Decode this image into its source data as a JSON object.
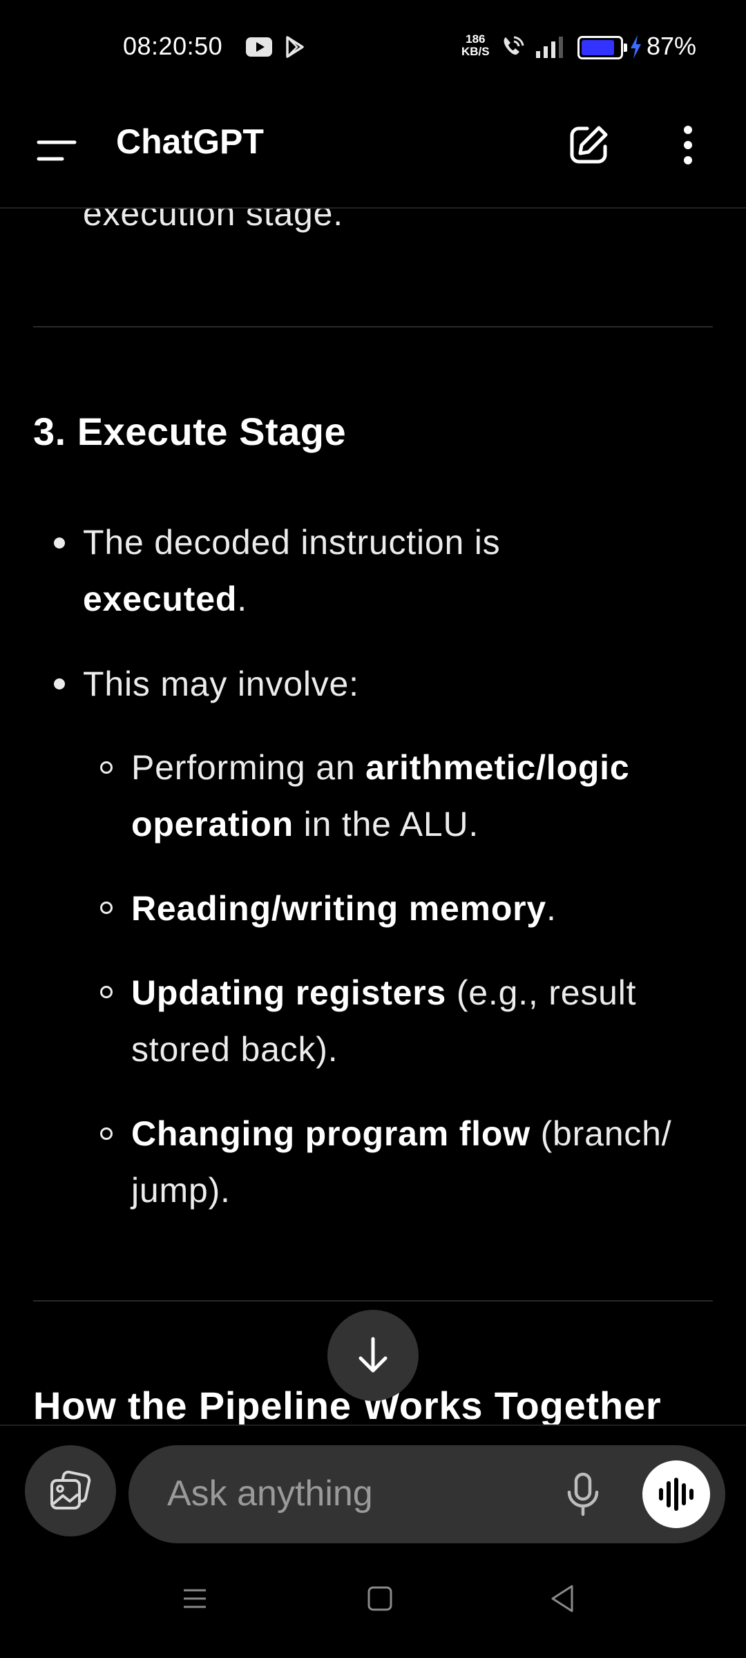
{
  "status_bar": {
    "time": "08:20:50",
    "net_speed_value": "186",
    "net_speed_unit": "KB/S",
    "battery_pct": "87%",
    "battery_level": 0.87,
    "icons": [
      "youtube-icon",
      "play-store-icon",
      "wifi-calling-icon",
      "signal-icon",
      "battery-icon",
      "charging-icon"
    ]
  },
  "header": {
    "title": "ChatGPT",
    "icons": [
      "menu-icon",
      "new-chat-icon",
      "more-vertical-icon"
    ]
  },
  "content": {
    "prev_tail": "execution stage.",
    "section3": {
      "heading": "3. Execute Stage",
      "b1": {
        "pre": "The decoded instruction is",
        "bold": "executed",
        "post": "."
      },
      "b2": "This may involve:",
      "sub1": {
        "pre": "Performing an ",
        "bold1": "arithmetic/logic",
        "bold2": "operation",
        "post": " in the ALU."
      },
      "sub2": {
        "bold": "Reading/writing memory",
        "post": "."
      },
      "sub3": {
        "bold": "Updating registers",
        "post1": " (e.g., result",
        "post2": "stored back)."
      },
      "sub4": {
        "bold": "Changing program flow",
        "post1": " (branch/",
        "post2": "jump)."
      }
    },
    "next_heading": "How the Pipeline Works Together"
  },
  "composer": {
    "placeholder": "Ask anything",
    "icons": [
      "attach-image-icon",
      "microphone-icon",
      "voice-mode-icon"
    ]
  },
  "scroll_button": {
    "icon": "arrow-down-icon"
  },
  "nav_bar": {
    "icons": [
      "recents-icon",
      "home-icon",
      "back-icon"
    ]
  },
  "colors": {
    "background": "#000000",
    "surface": "#333333",
    "text": "#ececec",
    "battery": "#3333ff",
    "bolt": "#3b6cff"
  }
}
